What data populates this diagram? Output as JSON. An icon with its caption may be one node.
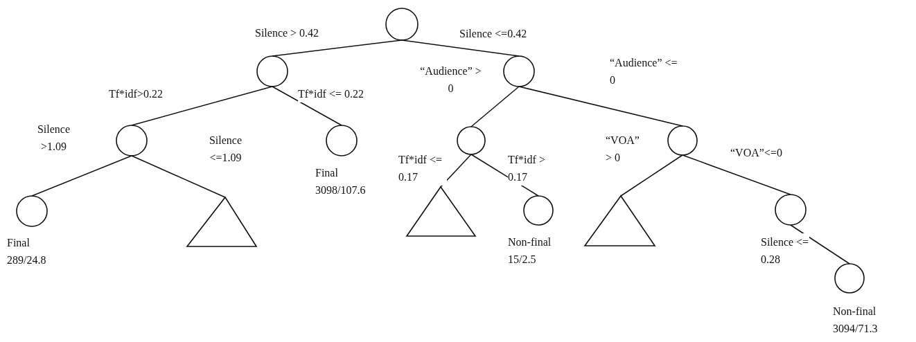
{
  "diagram": {
    "nodes": [
      {
        "text": [],
        "shape": "circle"
      },
      {
        "text": [],
        "shape": "circle"
      },
      {
        "text": [],
        "shape": "circle"
      },
      {
        "text": [],
        "shape": "circle"
      },
      {
        "text": [],
        "shape": "circle",
        "beside": [
          "Final 3098/107.6"
        ]
      },
      {
        "text": [],
        "shape": "circle"
      },
      {
        "text": [],
        "shape": "circle"
      },
      {
        "text": [],
        "shape": "circle",
        "beside": [
          "Final 289/24.8"
        ]
      },
      {
        "text": [],
        "shape": "triangle"
      },
      {
        "text": [],
        "shape": "triangle"
      },
      {
        "text": [],
        "shape": "circle",
        "beside": [
          "Non-final 15/2.5"
        ]
      },
      {
        "text": [],
        "shape": "triangle"
      },
      {
        "text": [],
        "shape": "circle"
      },
      {
        "text": [],
        "shape": "circle",
        "beside": [
          "Non-final 3094/71.3"
        ]
      }
    ],
    "edges": [
      {
        "from": 0,
        "to": 1,
        "arrow": "none",
        "label": "Silence > 0.42"
      },
      {
        "from": 0,
        "to": 2,
        "arrow": "none",
        "label": "Silence <=0.42"
      },
      {
        "from": 1,
        "to": 3,
        "arrow": "none",
        "label": "Tf*idf>0.22"
      },
      {
        "from": 1,
        "to": 4,
        "arrow": "none",
        "label": "Tf*idf <= 0.22"
      },
      {
        "from": 2,
        "to": 5,
        "arrow": "none",
        "label": "“Audience” > 0"
      },
      {
        "from": 2,
        "to": 6,
        "arrow": "none",
        "label": "“Audience” <= 0"
      },
      {
        "from": 3,
        "to": 7,
        "arrow": "none",
        "label": "Silence >1.09"
      },
      {
        "from": 3,
        "to": 8,
        "arrow": "none",
        "label": "Silence <=1.09"
      },
      {
        "from": 5,
        "to": 9,
        "arrow": "none",
        "label": "Tf*idf <= 0.17"
      },
      {
        "from": 5,
        "to": 10,
        "arrow": "none",
        "label": "Tf*idf > 0.17"
      },
      {
        "from": 6,
        "to": 11,
        "arrow": "none",
        "label": "“VOA” > 0"
      },
      {
        "from": 6,
        "to": 12,
        "arrow": "none",
        "label": "“VOA”<=0"
      },
      {
        "from": 12,
        "to": 13,
        "arrow": "none",
        "label": "Silence <= 0.28"
      }
    ]
  }
}
